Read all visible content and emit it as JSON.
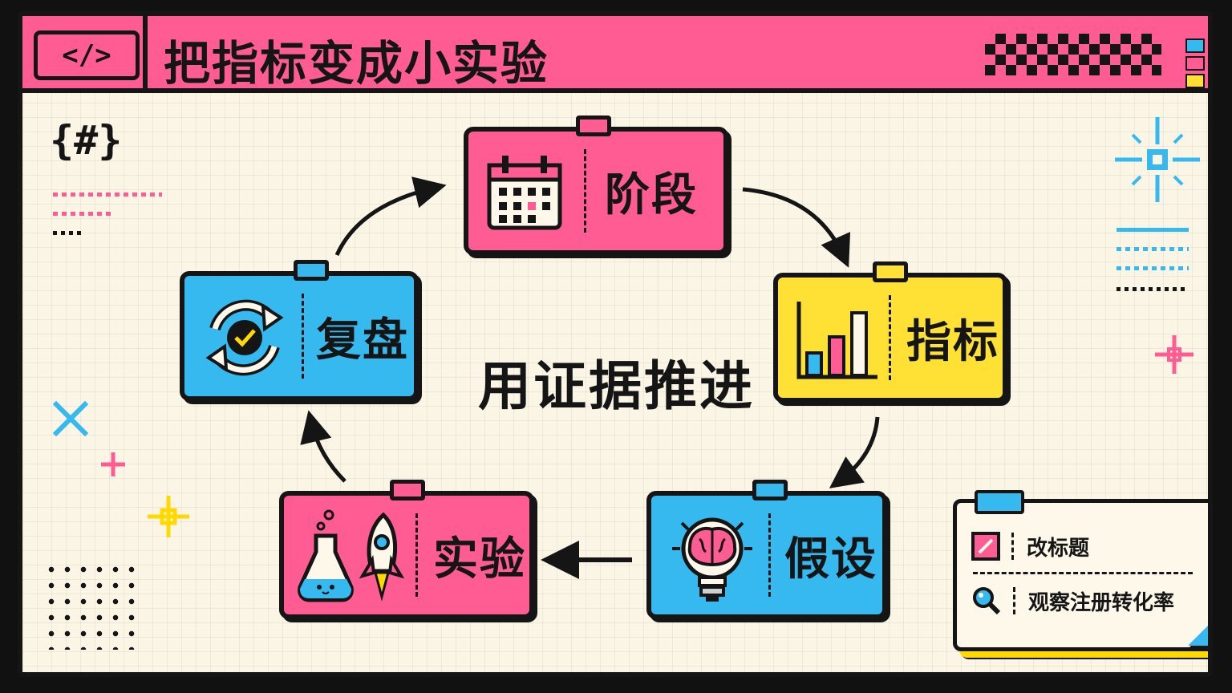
{
  "header": {
    "code_badge": "</>",
    "title": "把指标变成小实验"
  },
  "decor": {
    "hash_badge": "{#}"
  },
  "cycle": {
    "center_label": "用证据推进",
    "steps": [
      {
        "id": "stage",
        "label": "阶段",
        "color": "#ff5c93",
        "icon": "calendar-icon"
      },
      {
        "id": "metric",
        "label": "指标",
        "color": "#ffe135",
        "icon": "bar-chart-icon"
      },
      {
        "id": "hypothesis",
        "label": "假设",
        "color": "#35b9ee",
        "icon": "brain-lightbulb-icon"
      },
      {
        "id": "experiment",
        "label": "实验",
        "color": "#ff5c93",
        "icon": "flask-rocket-icon"
      },
      {
        "id": "review",
        "label": "复盘",
        "color": "#35b9ee",
        "icon": "refresh-check-icon"
      }
    ]
  },
  "note": {
    "items": [
      {
        "text": "改标题",
        "icon": "pencil-square-icon"
      },
      {
        "text": "观察注册转化率",
        "icon": "magnifier-icon"
      }
    ]
  },
  "colors": {
    "pink": "#ff5c93",
    "yellow": "#ffe135",
    "blue": "#35b9ee",
    "ink": "#151515",
    "paper": "#fbf5e6"
  }
}
